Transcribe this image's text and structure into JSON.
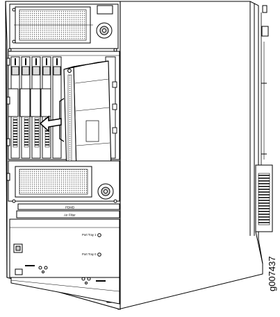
{
  "figure": {
    "id": "g007437",
    "labels": {
      "pdmd": "PDMD",
      "air_filter": "Air Filter",
      "port_tray_1": "Port Tray 1",
      "port_tray_0": "Port Tray 0"
    }
  },
  "colors": {
    "line": "#000000",
    "background": "#ffffff",
    "mesh": "#555555",
    "gray": "#cccccc"
  }
}
